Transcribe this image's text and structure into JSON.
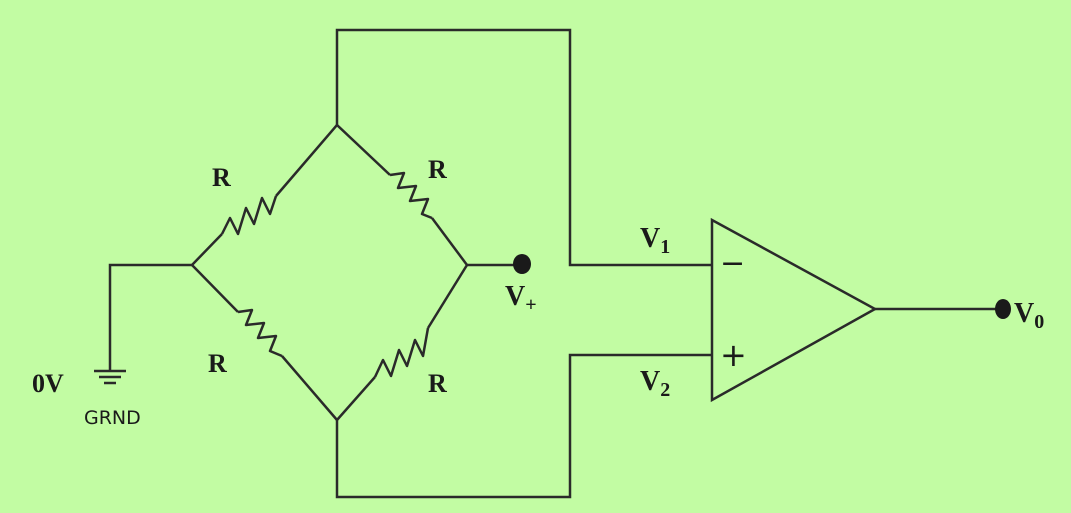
{
  "diagram": {
    "background_color": "#c2fca3",
    "wire_color": "#2a2a2a",
    "resistor_label": "R",
    "ground_voltage_label": "0V",
    "ground_caption": "GRND",
    "v_plus": {
      "main": "V",
      "sub": "+"
    },
    "v1": {
      "main": "V",
      "sub": "1"
    },
    "v2": {
      "main": "V",
      "sub": "2"
    },
    "v0": {
      "main": "V",
      "sub": "0"
    },
    "opamp": {
      "inverting_sign": "−",
      "noninverting_sign": "+"
    }
  }
}
